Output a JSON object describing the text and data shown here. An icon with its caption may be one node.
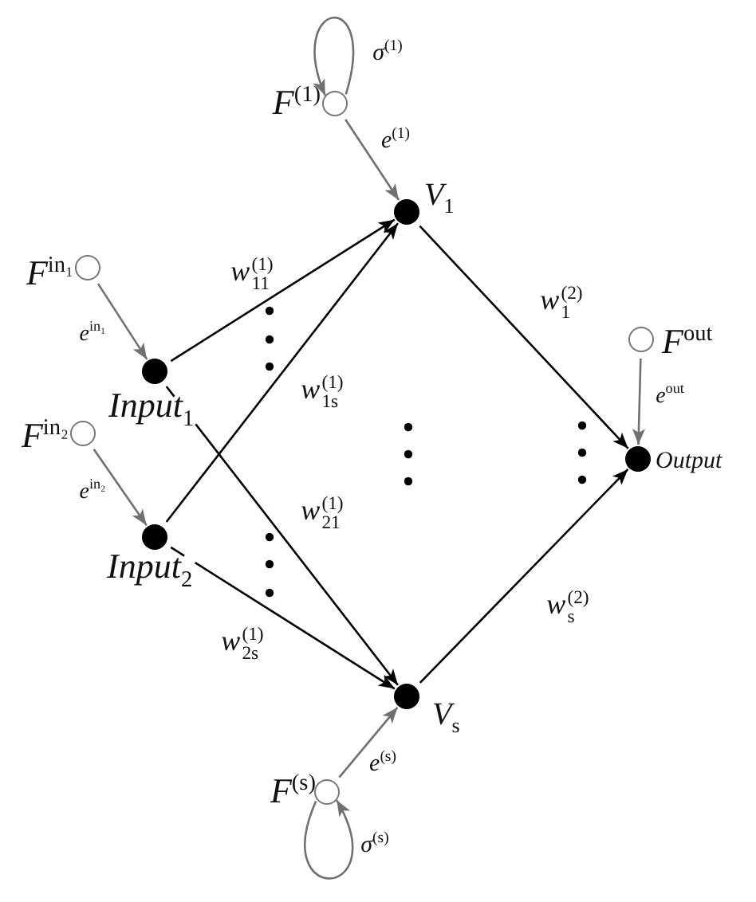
{
  "diagram": {
    "nodes": [
      {
        "text": [
          "F$^{(1)}$"
        ]
      },
      {
        "text": [
          "V$_{1}$"
        ]
      },
      {
        "text": [
          "F$^{in₁}$"
        ]
      },
      {
        "text": [
          "Input$_{1}$"
        ]
      },
      {
        "text": [
          "F$^{in₂}$"
        ]
      },
      {
        "text": [
          "Input$_{2}$"
        ]
      },
      {
        "text": [
          "F$^{out}$"
        ]
      },
      {
        "text": [
          "Output"
        ]
      },
      {
        "text": [
          "V$_{s}$"
        ]
      },
      {
        "text": [
          "F$^{(s)}$"
        ]
      }
    ],
    "edges": [
      {
        "from": 0,
        "to": 0,
        "arrow": "to",
        "label": "σ$^{(1)}$",
        "color": "#707070"
      },
      {
        "from": 0,
        "to": 1,
        "arrow": "to",
        "label": "e$^{(1)}$",
        "color": "#707070"
      },
      {
        "from": 2,
        "to": 3,
        "arrow": "to",
        "label": "e$^{in₁}$",
        "color": "#707070"
      },
      {
        "from": 3,
        "to": 1,
        "arrow": "to",
        "label": "w$^{(1)}$$_{11}$",
        "color": "#000000"
      },
      {
        "from": 5,
        "to": 1,
        "arrow": "to",
        "label": "w$^{(1)}$$_{1s}$",
        "color": "#000000"
      },
      {
        "from": 3,
        "to": 8,
        "arrow": "to",
        "label": "w$^{(1)}$$_{21}$",
        "color": "#000000",
        "style": "dashed"
      },
      {
        "from": 4,
        "to": 5,
        "arrow": "to",
        "label": "e$^{in₂}$",
        "color": "#707070"
      },
      {
        "from": 5,
        "to": 8,
        "arrow": "to",
        "label": "w$^{(1)}$$_{2s}$",
        "color": "#000000",
        "style": "dashed"
      },
      {
        "from": 1,
        "to": 7,
        "arrow": "to",
        "label": "w$^{(2)}$$_{1}$",
        "color": "#000000"
      },
      {
        "from": 6,
        "to": 7,
        "arrow": "to",
        "label": "e$^{out}$",
        "color": "#707070"
      },
      {
        "from": 8,
        "to": 7,
        "arrow": "to",
        "label": "w$^{(2)}$$_{s}$",
        "color": "#000000"
      },
      {
        "from": 9,
        "to": 8,
        "arrow": "to",
        "label": "e$^{(s)}$",
        "color": "#707070"
      },
      {
        "from": 9,
        "to": 9,
        "arrow": "to",
        "label": "σ$^{(s)}$",
        "color": "#707070"
      }
    ]
  }
}
